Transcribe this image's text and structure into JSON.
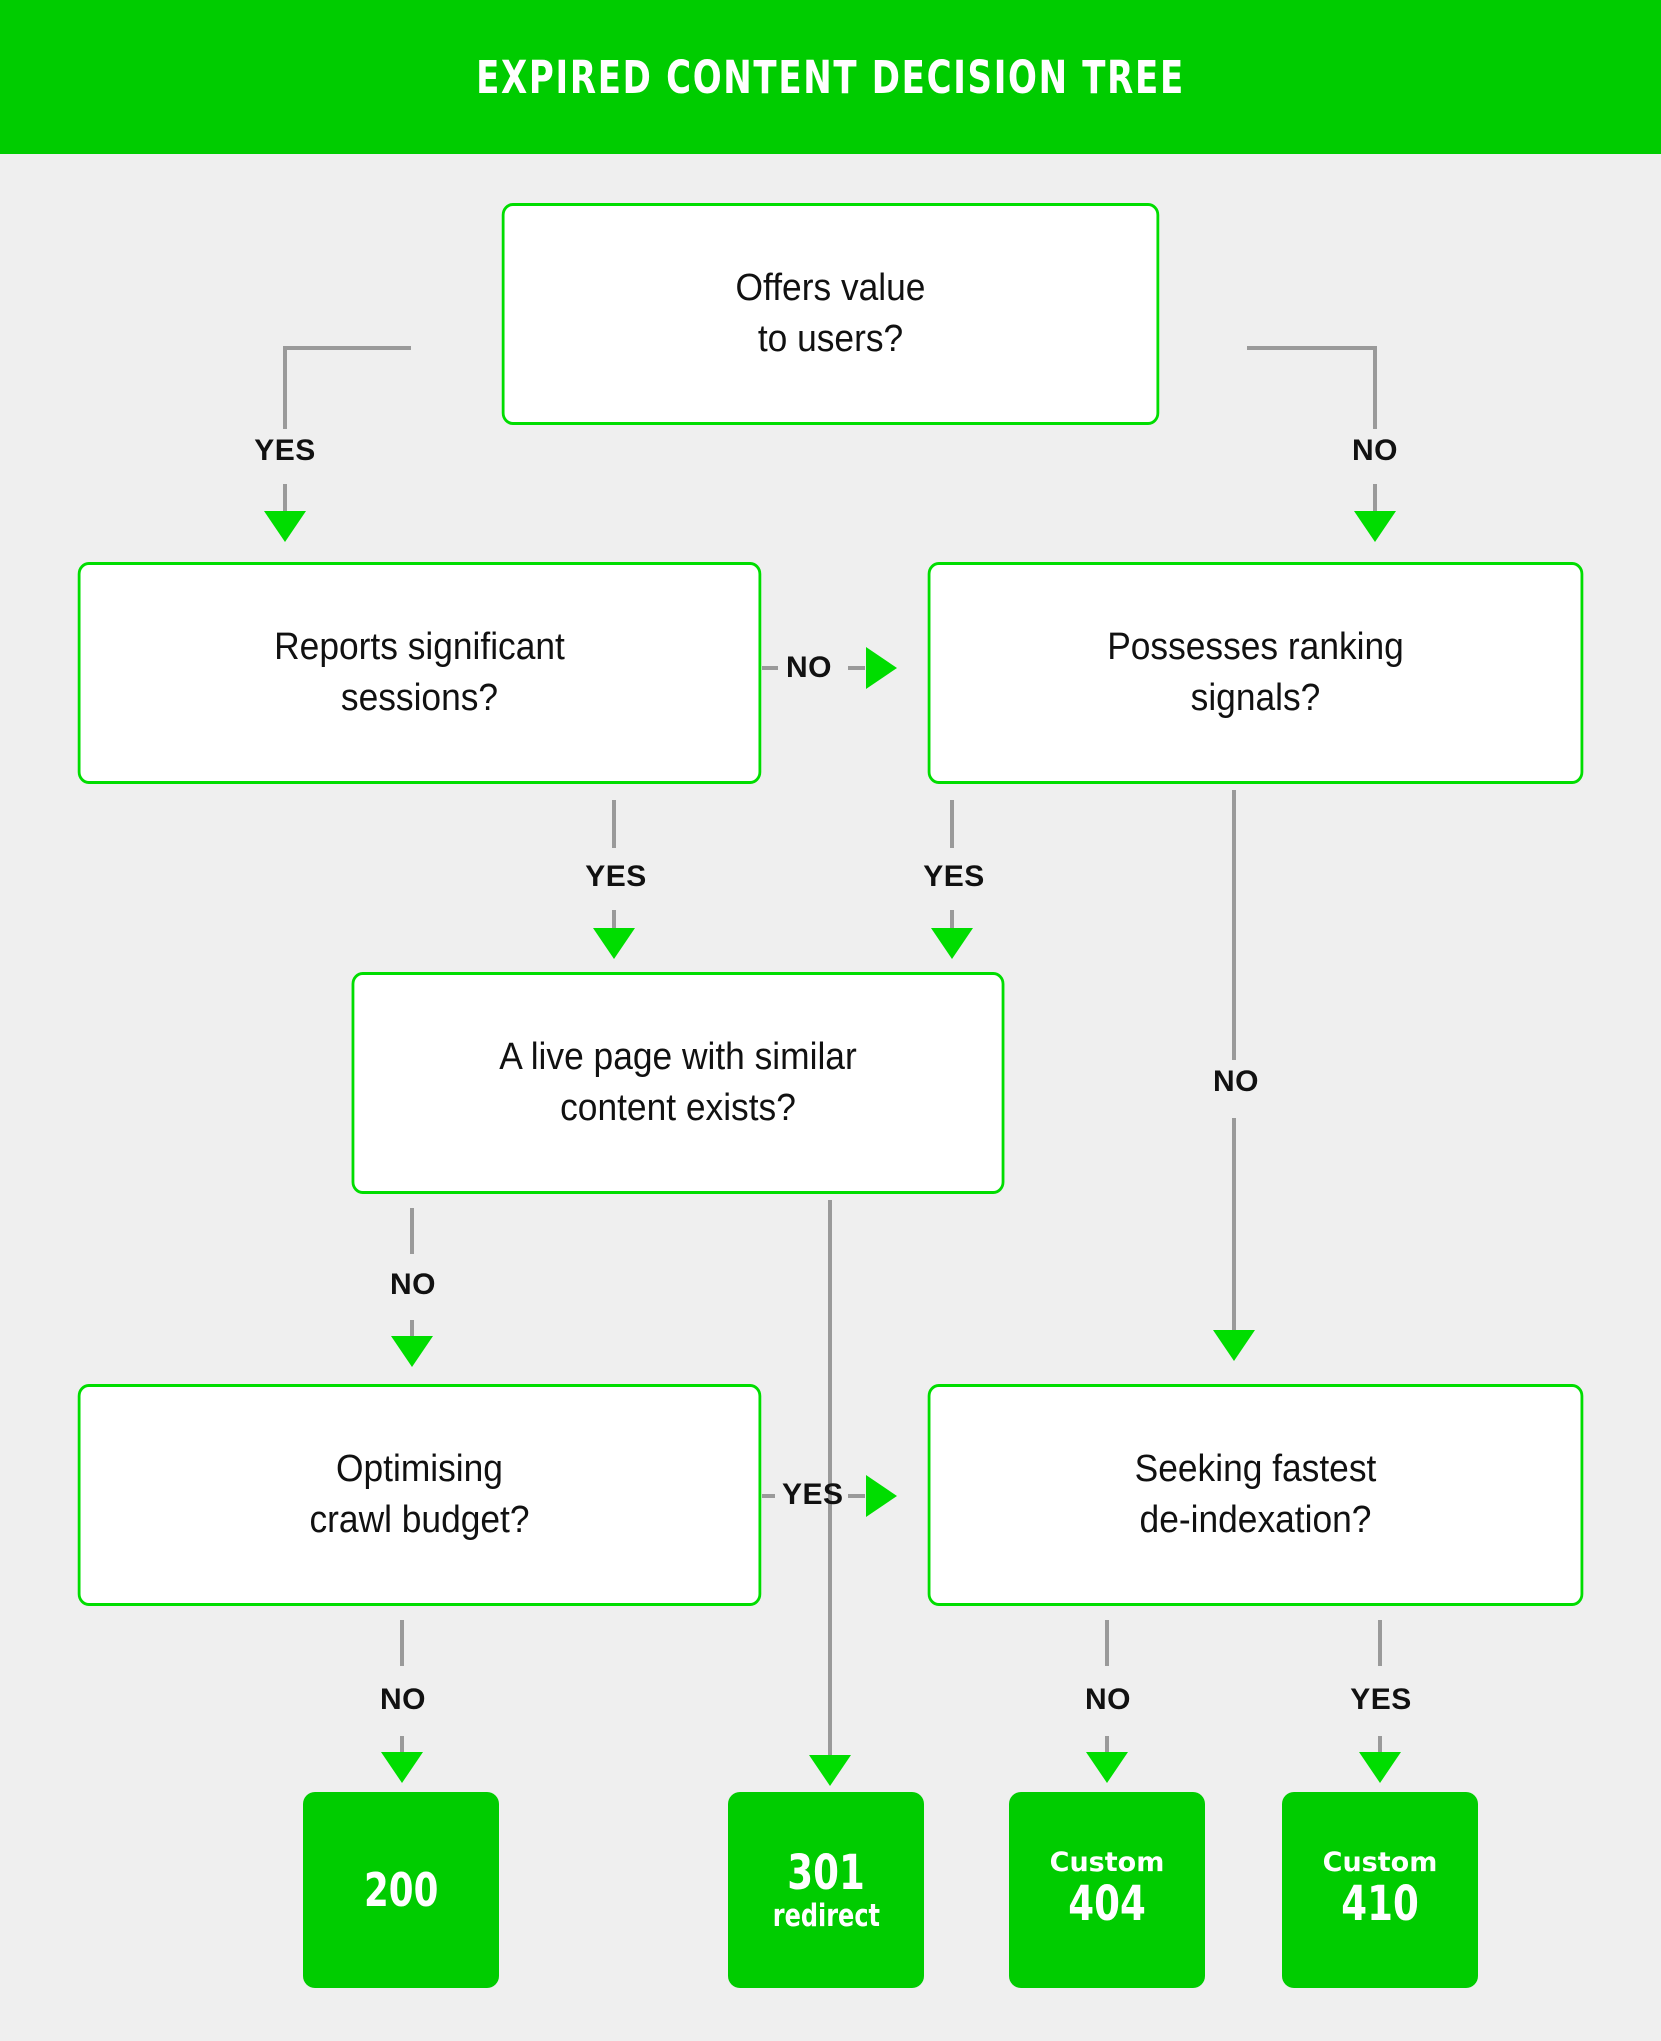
{
  "header": {
    "title": "EXPIRED CONTENT DECISION TREE",
    "background_color": "#00cc00",
    "text_color": "#ffffff"
  },
  "theme": {
    "page_background": "#efefef",
    "accent_green": "#00cc00",
    "arrow_green": "#00dd00",
    "box_border_green": "#00dd00",
    "box_fill": "#ffffff",
    "connector_gray": "#9a9a9a",
    "text_color": "#111111"
  },
  "decision_nodes": [
    {
      "id": "value",
      "text": "Offers value\nto users?"
    },
    {
      "id": "sessions",
      "text": "Reports significant\nsessions?"
    },
    {
      "id": "ranking",
      "text": "Possesses ranking\nsignals?"
    },
    {
      "id": "similar",
      "text": "A live page with similar\ncontent exists?"
    },
    {
      "id": "crawl",
      "text": "Optimising\ncrawl budget?"
    },
    {
      "id": "deindex",
      "text": "Seeking fastest\nde-indexation?"
    }
  ],
  "result_nodes": [
    {
      "id": "r200",
      "sub": "",
      "code": "200",
      "caption": ""
    },
    {
      "id": "r301",
      "sub": "",
      "code": "301",
      "caption": "redirect"
    },
    {
      "id": "r404",
      "sub": "Custom",
      "code": "404",
      "caption": ""
    },
    {
      "id": "r410",
      "sub": "Custom",
      "code": "410",
      "caption": ""
    }
  ],
  "edge_labels": {
    "value_yes": "YES",
    "value_no": "NO",
    "sessions_no": "NO",
    "sessions_yes": "YES",
    "ranking_yes": "YES",
    "ranking_no": "NO",
    "similar_no": "NO",
    "similar_yes": "YES",
    "crawl_no": "NO",
    "deindex_no": "NO",
    "deindex_yes": "YES"
  }
}
